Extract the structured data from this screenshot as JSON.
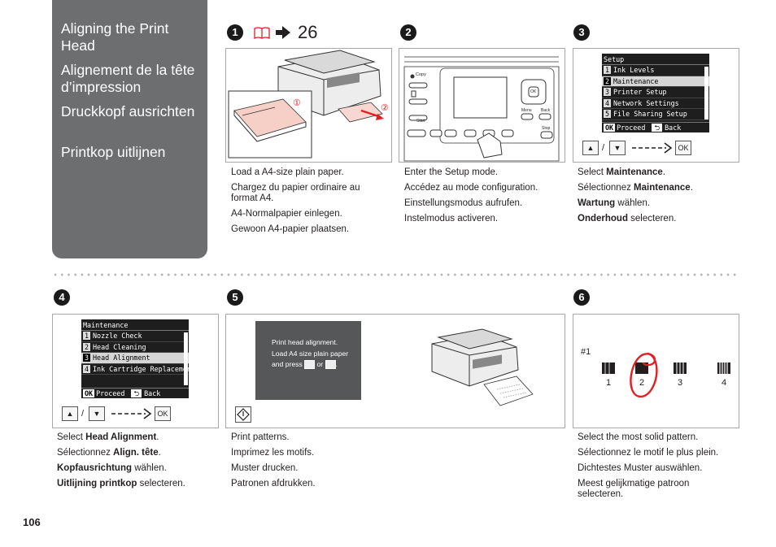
{
  "sidebar": {
    "titles": [
      "Aligning the Print Head",
      "Alignement de la tête d’impression",
      "Druckkopf ausrichten",
      "Printkop uitlijnen"
    ]
  },
  "steps": {
    "s1": {
      "number": "1",
      "ref_page": "26",
      "callout1": "①",
      "callout2": "②",
      "captions": [
        "Load a A4-size plain paper.",
        "Chargez du papier ordinaire au format A4.",
        "A4-Normalpapier einlegen.",
        "Gewoon A4-papier plaatsen."
      ]
    },
    "s2": {
      "number": "2",
      "panel": {
        "copy": "Copy",
        "start": "Start",
        "menu": "Menu",
        "back": "Back",
        "stop": "Stop",
        "ok": "OK"
      },
      "captions": [
        "Enter the Setup mode.",
        "Accédez au mode configuration.",
        "Einstellungsmodus aufrufen.",
        "Instelmodus activeren."
      ]
    },
    "s3": {
      "number": "3",
      "lcd": {
        "header": "Setup",
        "items": [
          {
            "n": "1",
            "label": "Ink Levels"
          },
          {
            "n": "2",
            "label": "Maintenance"
          },
          {
            "n": "3",
            "label": "Printer Setup"
          },
          {
            "n": "4",
            "label": "Network Settings"
          },
          {
            "n": "5",
            "label": "File Sharing Setup"
          }
        ],
        "ok": "OK",
        "proceed": "Proceed",
        "back": "Back"
      },
      "keys": {
        "up": "▲",
        "down": "▼",
        "ok": "OK",
        "slash": "/"
      },
      "captions": {
        "en_pre": "Select ",
        "en_bold": "Maintenance",
        "en_post": ".",
        "fr_pre": "Sélectionnez ",
        "fr_bold": "Maintenance",
        "fr_post": ".",
        "de_bold": "Wartung",
        "de_post": " wählen.",
        "nl_bold": "Onderhoud",
        "nl_post": " selecteren."
      }
    },
    "s4": {
      "number": "4",
      "lcd": {
        "header": "Maintenance",
        "items": [
          {
            "n": "1",
            "label": "Nozzle Check"
          },
          {
            "n": "2",
            "label": "Head Cleaning"
          },
          {
            "n": "3",
            "label": "Head Alignment"
          },
          {
            "n": "4",
            "label": "Ink Cartridge Replacement"
          }
        ],
        "ok": "OK",
        "proceed": "Proceed",
        "back": "Back"
      },
      "keys": {
        "up": "▲",
        "down": "▼",
        "ok": "OK",
        "slash": "/"
      },
      "captions": {
        "en_pre": "Select ",
        "en_bold": "Head Alignment",
        "en_post": ".",
        "fr_pre": "Sélectionnez ",
        "fr_bold": "Align. tête",
        "fr_post": ".",
        "de_bold": "Kopfausrichtung",
        "de_post": " wählen.",
        "nl_bold": "Uitlijning printkop",
        "nl_post": " selecteren."
      }
    },
    "s5": {
      "number": "5",
      "message": [
        "Print head alignment.",
        "Load A4 size plain paper",
        "and press",
        "or",
        "."
      ],
      "captions": [
        "Print patterns.",
        "Imprimez les motifs.",
        "Muster drucken.",
        "Patronen afdrukken."
      ]
    },
    "s6": {
      "number": "6",
      "pattern_set": "#1",
      "patterns": [
        "1",
        "2",
        "3",
        "4"
      ],
      "captions": [
        "Select the most solid pattern.",
        "Sélectionnez le motif le plus plein.",
        "Dichtestes Muster auswählen.",
        "Meest gelijkmatige patroon selecteren."
      ]
    }
  },
  "page_number": "106"
}
